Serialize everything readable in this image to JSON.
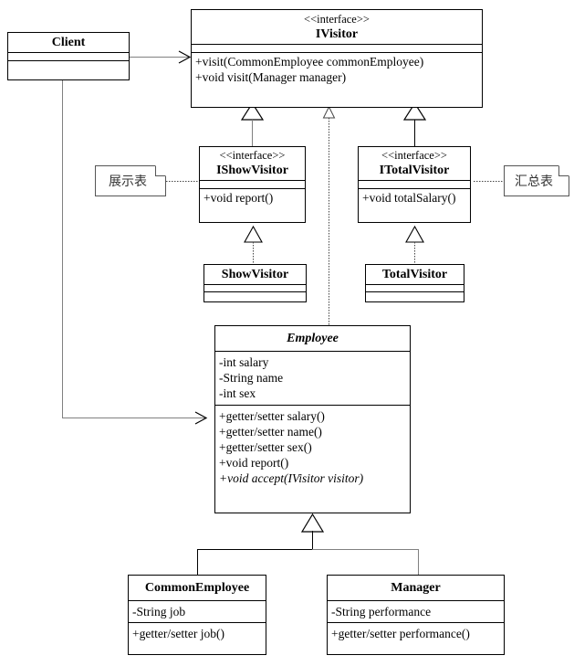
{
  "diagram": {
    "title": "Visitor Pattern UML Class Diagram",
    "type": "uml-class-diagram",
    "background": "#ffffff",
    "line_color": "#000000"
  },
  "classes": {
    "client": {
      "name": "Client",
      "stereotype": "",
      "abstract": false,
      "attributes": [],
      "operations": []
    },
    "ivisitor": {
      "stereotype": "<<interface>>",
      "name": "IVisitor",
      "abstract": false,
      "attributes": [],
      "operations": [
        "+visit(CommonEmployee commonEmployee)",
        "+void visit(Manager manager)"
      ]
    },
    "ishowvisitor": {
      "stereotype": "<<interface>>",
      "name": "IShowVisitor",
      "abstract": false,
      "attributes": [],
      "operations": [
        "+void report()"
      ]
    },
    "itotalvisitor": {
      "stereotype": "<<interface>>",
      "name": "ITotalVisitor",
      "abstract": false,
      "attributes": [],
      "operations": [
        "+void totalSalary()"
      ]
    },
    "showvisitor": {
      "stereotype": "",
      "name": "ShowVisitor",
      "abstract": false,
      "attributes": [],
      "operations": []
    },
    "totalvisitor": {
      "stereotype": "",
      "name": "TotalVisitor",
      "abstract": false,
      "attributes": [],
      "operations": []
    },
    "employee": {
      "stereotype": "",
      "name": "Employee",
      "abstract": true,
      "attributes": [
        "-int salary",
        "-String name",
        "-int sex"
      ],
      "operations": [
        "+getter/setter salary()",
        "+getter/setter name()",
        "+getter/setter sex()",
        "+void  report()",
        "+void accept(IVisitor visitor)"
      ],
      "abstract_operations": [
        "+void accept(IVisitor visitor)"
      ]
    },
    "commonemployee": {
      "stereotype": "",
      "name": "CommonEmployee",
      "abstract": false,
      "attributes": [
        "-String job"
      ],
      "operations": [
        "+getter/setter job()"
      ]
    },
    "manager": {
      "stereotype": "",
      "name": "Manager",
      "abstract": false,
      "attributes": [
        "-String performance"
      ],
      "operations": [
        "+getter/setter performance()"
      ]
    }
  },
  "notes": {
    "show": {
      "text": "展示表"
    },
    "total": {
      "text": "汇总表"
    }
  },
  "relationships": [
    {
      "from": "Client",
      "to": "IVisitor",
      "type": "association"
    },
    {
      "from": "Client",
      "to": "Employee",
      "type": "association"
    },
    {
      "from": "IShowVisitor",
      "to": "IVisitor",
      "type": "generalization"
    },
    {
      "from": "ITotalVisitor",
      "to": "IVisitor",
      "type": "generalization"
    },
    {
      "from": "Employee",
      "to": "IVisitor",
      "type": "dependency"
    },
    {
      "from": "ShowVisitor",
      "to": "IShowVisitor",
      "type": "realization"
    },
    {
      "from": "TotalVisitor",
      "to": "ITotalVisitor",
      "type": "realization"
    },
    {
      "from": "CommonEmployee",
      "to": "Employee",
      "type": "generalization"
    },
    {
      "from": "Manager",
      "to": "Employee",
      "type": "generalization"
    },
    {
      "from": "展示表",
      "to": "IShowVisitor",
      "type": "note-anchor"
    },
    {
      "from": "汇总表",
      "to": "ITotalVisitor",
      "type": "note-anchor"
    }
  ]
}
